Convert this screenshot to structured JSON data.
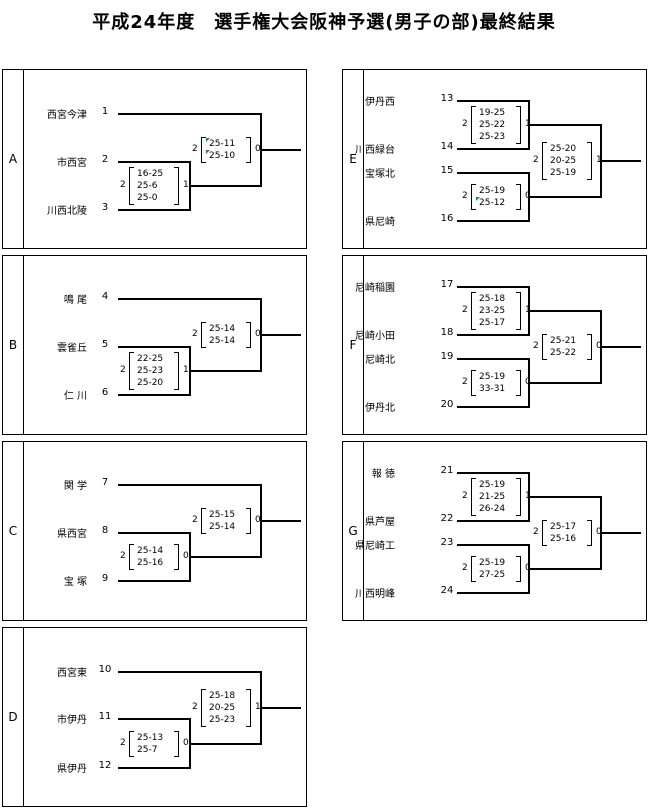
{
  "title": "平成24年度　選手権大会阪神予選(男子の部)最終結果",
  "groups": [
    {
      "label": "A",
      "teams": [
        {
          "name": "西宮今津",
          "seed": "1"
        },
        {
          "name": "市西宮",
          "seed": "2"
        },
        {
          "name": "川西北陵",
          "seed": "3"
        }
      ],
      "m1": {
        "w1": "2",
        "w2": "1",
        "scores": [
          "16-25",
          "25-6",
          "25-0"
        ]
      },
      "m2": {
        "w1": "2",
        "w2": "0",
        "scores": [
          "25-11",
          "25-10"
        ]
      }
    },
    {
      "label": "B",
      "teams": [
        {
          "name": "鳴 尾",
          "seed": "4"
        },
        {
          "name": "雲雀丘",
          "seed": "5"
        },
        {
          "name": "仁 川",
          "seed": "6"
        }
      ],
      "m1": {
        "w1": "2",
        "w2": "1",
        "scores": [
          "22-25",
          "25-23",
          "25-20"
        ]
      },
      "m2": {
        "w1": "2",
        "w2": "0",
        "scores": [
          "25-14",
          "25-14"
        ]
      }
    },
    {
      "label": "C",
      "teams": [
        {
          "name": "関 学",
          "seed": "7"
        },
        {
          "name": "県西宮",
          "seed": "8"
        },
        {
          "name": "宝 塚",
          "seed": "9"
        }
      ],
      "m1": {
        "w1": "2",
        "w2": "0",
        "scores": [
          "25-14",
          "25-16"
        ]
      },
      "m2": {
        "w1": "2",
        "w2": "0",
        "scores": [
          "25-15",
          "25-14"
        ]
      }
    },
    {
      "label": "D",
      "teams": [
        {
          "name": "西宮東",
          "seed": "10"
        },
        {
          "name": "市伊丹",
          "seed": "11"
        },
        {
          "name": "県伊丹",
          "seed": "12"
        }
      ],
      "m1": {
        "w1": "2",
        "w2": "0",
        "scores": [
          "25-13",
          "25-7"
        ]
      },
      "m2": {
        "w1": "2",
        "w2": "1",
        "scores": [
          "25-18",
          "20-25",
          "25-23"
        ]
      }
    },
    {
      "label": "E",
      "teams": [
        {
          "name": "伊丹西",
          "seed": "13"
        },
        {
          "name": "川西緑台",
          "seed": "14"
        },
        {
          "name": "宝塚北",
          "seed": "15"
        },
        {
          "name": "県尼崎",
          "seed": "16"
        }
      ],
      "m1": {
        "w1": "2",
        "w2": "1",
        "scores": [
          "19-25",
          "25-22",
          "25-23"
        ]
      },
      "m2": {
        "w1": "2",
        "w2": "0",
        "scores": [
          "25-19",
          "25-12"
        ]
      },
      "m3": {
        "w1": "2",
        "w2": "1",
        "scores": [
          "25-20",
          "20-25",
          "25-19"
        ]
      }
    },
    {
      "label": "F",
      "teams": [
        {
          "name": "尼崎稲園",
          "seed": "17"
        },
        {
          "name": "尼崎小田",
          "seed": "18"
        },
        {
          "name": "尼崎北",
          "seed": "19"
        },
        {
          "name": "伊丹北",
          "seed": "20"
        }
      ],
      "m1": {
        "w1": "2",
        "w2": "1",
        "scores": [
          "25-18",
          "23-25",
          "25-17"
        ]
      },
      "m2": {
        "w1": "2",
        "w2": "0",
        "scores": [
          "25-19",
          "33-31"
        ]
      },
      "m3": {
        "w1": "2",
        "w2": "0",
        "scores": [
          "25-21",
          "25-22"
        ]
      }
    },
    {
      "label": "G",
      "teams": [
        {
          "name": "報 徳",
          "seed": "21"
        },
        {
          "name": "県芦屋",
          "seed": "22"
        },
        {
          "name": "県尼崎工",
          "seed": "23"
        },
        {
          "name": "川西明峰",
          "seed": "24"
        }
      ],
      "m1": {
        "w1": "2",
        "w2": "1",
        "scores": [
          "25-19",
          "21-25",
          "26-24"
        ]
      },
      "m2": {
        "w1": "2",
        "w2": "0",
        "scores": [
          "25-19",
          "27-25"
        ]
      },
      "m3": {
        "w1": "2",
        "w2": "0",
        "scores": [
          "25-17",
          "25-16"
        ]
      }
    }
  ]
}
